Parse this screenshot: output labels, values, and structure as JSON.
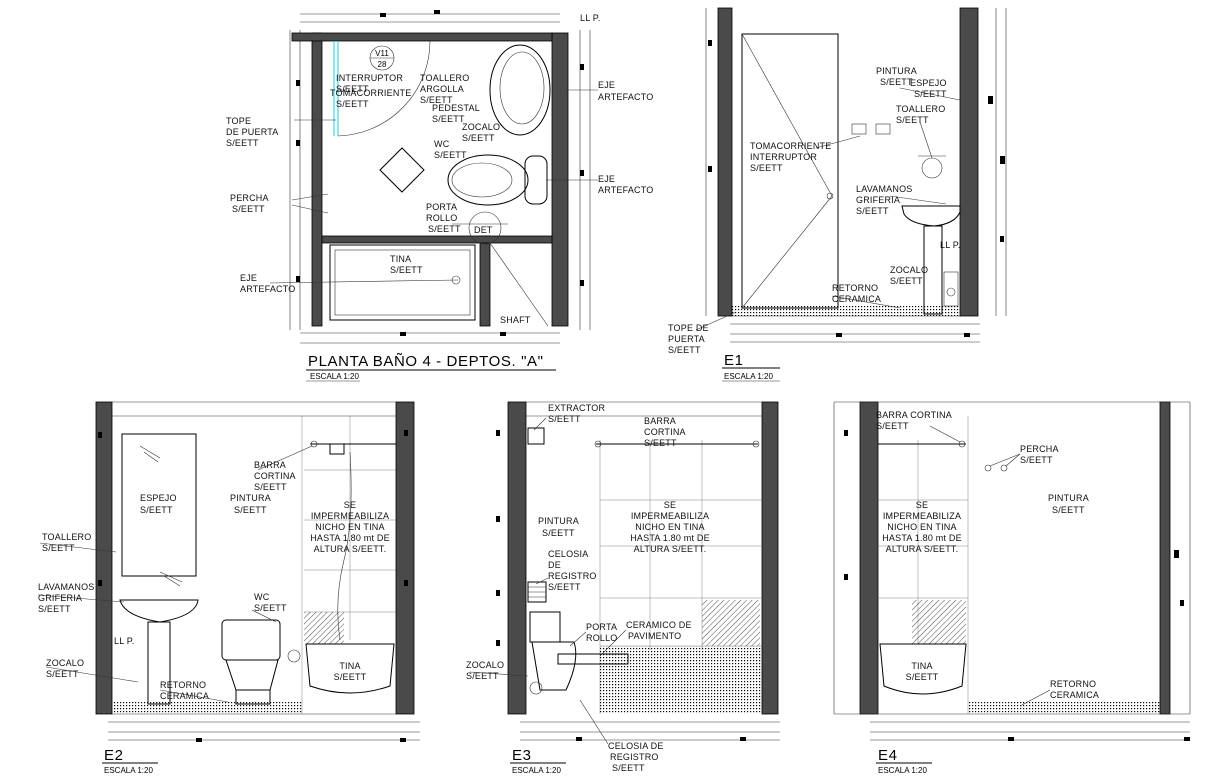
{
  "titles": {
    "plan": "PLANTA BAÑO 4 - DEPTOS. \"A\"",
    "plan_scale": "ESCALA 1:20",
    "e1": "E1",
    "e1_scale": "ESCALA 1:20",
    "e2": "E2",
    "e2_scale": "ESCALA 1:20",
    "e3": "E3",
    "e3_scale": "ESCALA 1:20",
    "e4": "E4",
    "e4_scale": "ESCALA 1:20"
  },
  "plan": {
    "llp": "LL P.",
    "v_tag_top": "V11",
    "v_tag_bottom": "28",
    "interruptor": [
      "INTERRUPTOR",
      "S/EETT"
    ],
    "tomacorriente": [
      "TOMACORRIENTE",
      "S/EETT"
    ],
    "toallero": [
      "TOALLERO",
      "ARGOLLA",
      "S/EETT"
    ],
    "pedestal": [
      "PEDESTAL",
      "S/EETT"
    ],
    "zocalo": [
      "ZOCALO",
      "S/EETT"
    ],
    "wc": [
      "WC",
      "S/EETT"
    ],
    "tope": [
      "TOPE",
      "DE PUERTA",
      "S/EETT"
    ],
    "percha": [
      "PERCHA",
      "S/EETT"
    ],
    "porta_rollo": [
      "PORTA",
      "ROLLO",
      "S/EETT"
    ],
    "det": "DET",
    "tina": [
      "TINA",
      "S/EETT"
    ],
    "eje_left": [
      "EJE",
      "ARTEFACTO"
    ],
    "eje_right1": [
      "EJE",
      "ARTEFACTO"
    ],
    "eje_right2": [
      "EJE",
      "ARTEFACTO"
    ],
    "shaft": "SHAFT"
  },
  "e1": {
    "pintura": [
      "PINTURA",
      "S/EETT"
    ],
    "espejo": [
      "ESPEJO",
      "S/EETT"
    ],
    "toallero": [
      "TOALLERO",
      "S/EETT"
    ],
    "tomacorriente": [
      "TOMACORRIENTE",
      "INTERRUPTOR",
      "S/EETT"
    ],
    "lavamanos": [
      "LAVAMANOS",
      "GRIFERIA",
      "S/EETT"
    ],
    "llp": "LL P.",
    "zocalo": [
      "ZOCALO",
      "S/EETT"
    ],
    "retorno": [
      "RETORNO",
      "CERAMICA"
    ],
    "tope": [
      "TOPE DE",
      "PUERTA",
      "S/EETT"
    ]
  },
  "e2": {
    "espejo": [
      "ESPEJO",
      "S/EETT"
    ],
    "pintura": [
      "PINTURA",
      "S/EETT"
    ],
    "barra": [
      "BARRA",
      "CORTINA",
      "S/EETT"
    ],
    "se": [
      "SE",
      "IMPERMEABILIZA",
      "NICHO EN TINA",
      "HASTA 1.80 mt DE",
      "ALTURA S/EETT."
    ],
    "toallero": [
      "TOALLERO",
      "S/EETT"
    ],
    "lavamanos": [
      "LAVAMANOS",
      "GRIFERIA",
      "S/EETT"
    ],
    "wc": [
      "WC",
      "S/EETT"
    ],
    "llp": "LL P.",
    "zocalo": [
      "ZOCALO",
      "S/EETT"
    ],
    "retorno": [
      "RETORNO",
      "CERAMICA"
    ],
    "tina": [
      "TINA",
      "S/EETT"
    ]
  },
  "e3": {
    "extractor": [
      "EXTRACTOR",
      "S/EETT"
    ],
    "barra": [
      "BARRA",
      "CORTINA",
      "S/EETT"
    ],
    "pintura": [
      "PINTURA",
      "S/EETT"
    ],
    "se": [
      "SE",
      "IMPERMEABILIZA",
      "NICHO EN TINA",
      "HASTA 1.80 mt DE",
      "ALTURA S/EETT."
    ],
    "celosia": [
      "CELOSIA",
      "DE",
      "REGISTRO",
      "S/EETT"
    ],
    "porta": [
      "PORTA",
      "ROLLO"
    ],
    "ceramico": [
      "CERAMICO DE",
      "PAVIMENTO"
    ],
    "zocalo": [
      "ZOCALO",
      "S/EETT"
    ],
    "celosia2": [
      "CELOSIA DE",
      "REGISTRO",
      "S/EETT"
    ]
  },
  "e4": {
    "barra": [
      "BARRA CORTINA",
      "S/EETT"
    ],
    "percha": [
      "PERCHA",
      "S/EETT"
    ],
    "pintura": [
      "PINTURA",
      "S/EETT"
    ],
    "se": [
      "SE",
      "IMPERMEABILIZA",
      "NICHO EN TINA",
      "HASTA 1.80 mt DE",
      "ALTURA S/EETT."
    ],
    "tina": [
      "TINA",
      "S/EETT"
    ],
    "retorno": [
      "RETORNO",
      "CERAMICA"
    ]
  }
}
